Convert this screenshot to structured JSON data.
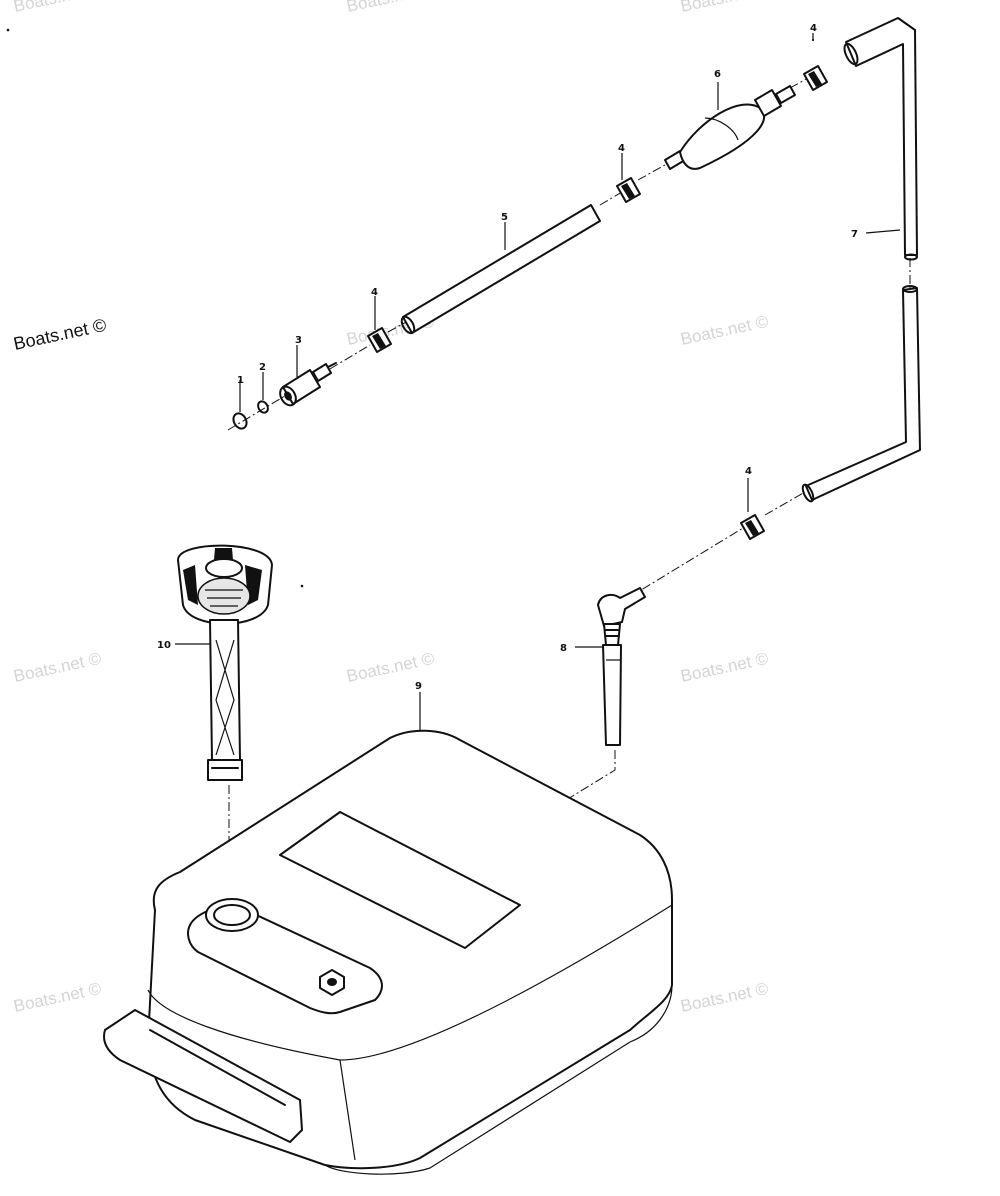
{
  "brand": {
    "text": "Boats.net ©"
  },
  "watermark": {
    "text": "Boats.net ©"
  },
  "callouts": [
    "1",
    "2",
    "3",
    "4",
    "4",
    "4",
    "4",
    "5",
    "6",
    "7",
    "8",
    "9",
    "10"
  ]
}
